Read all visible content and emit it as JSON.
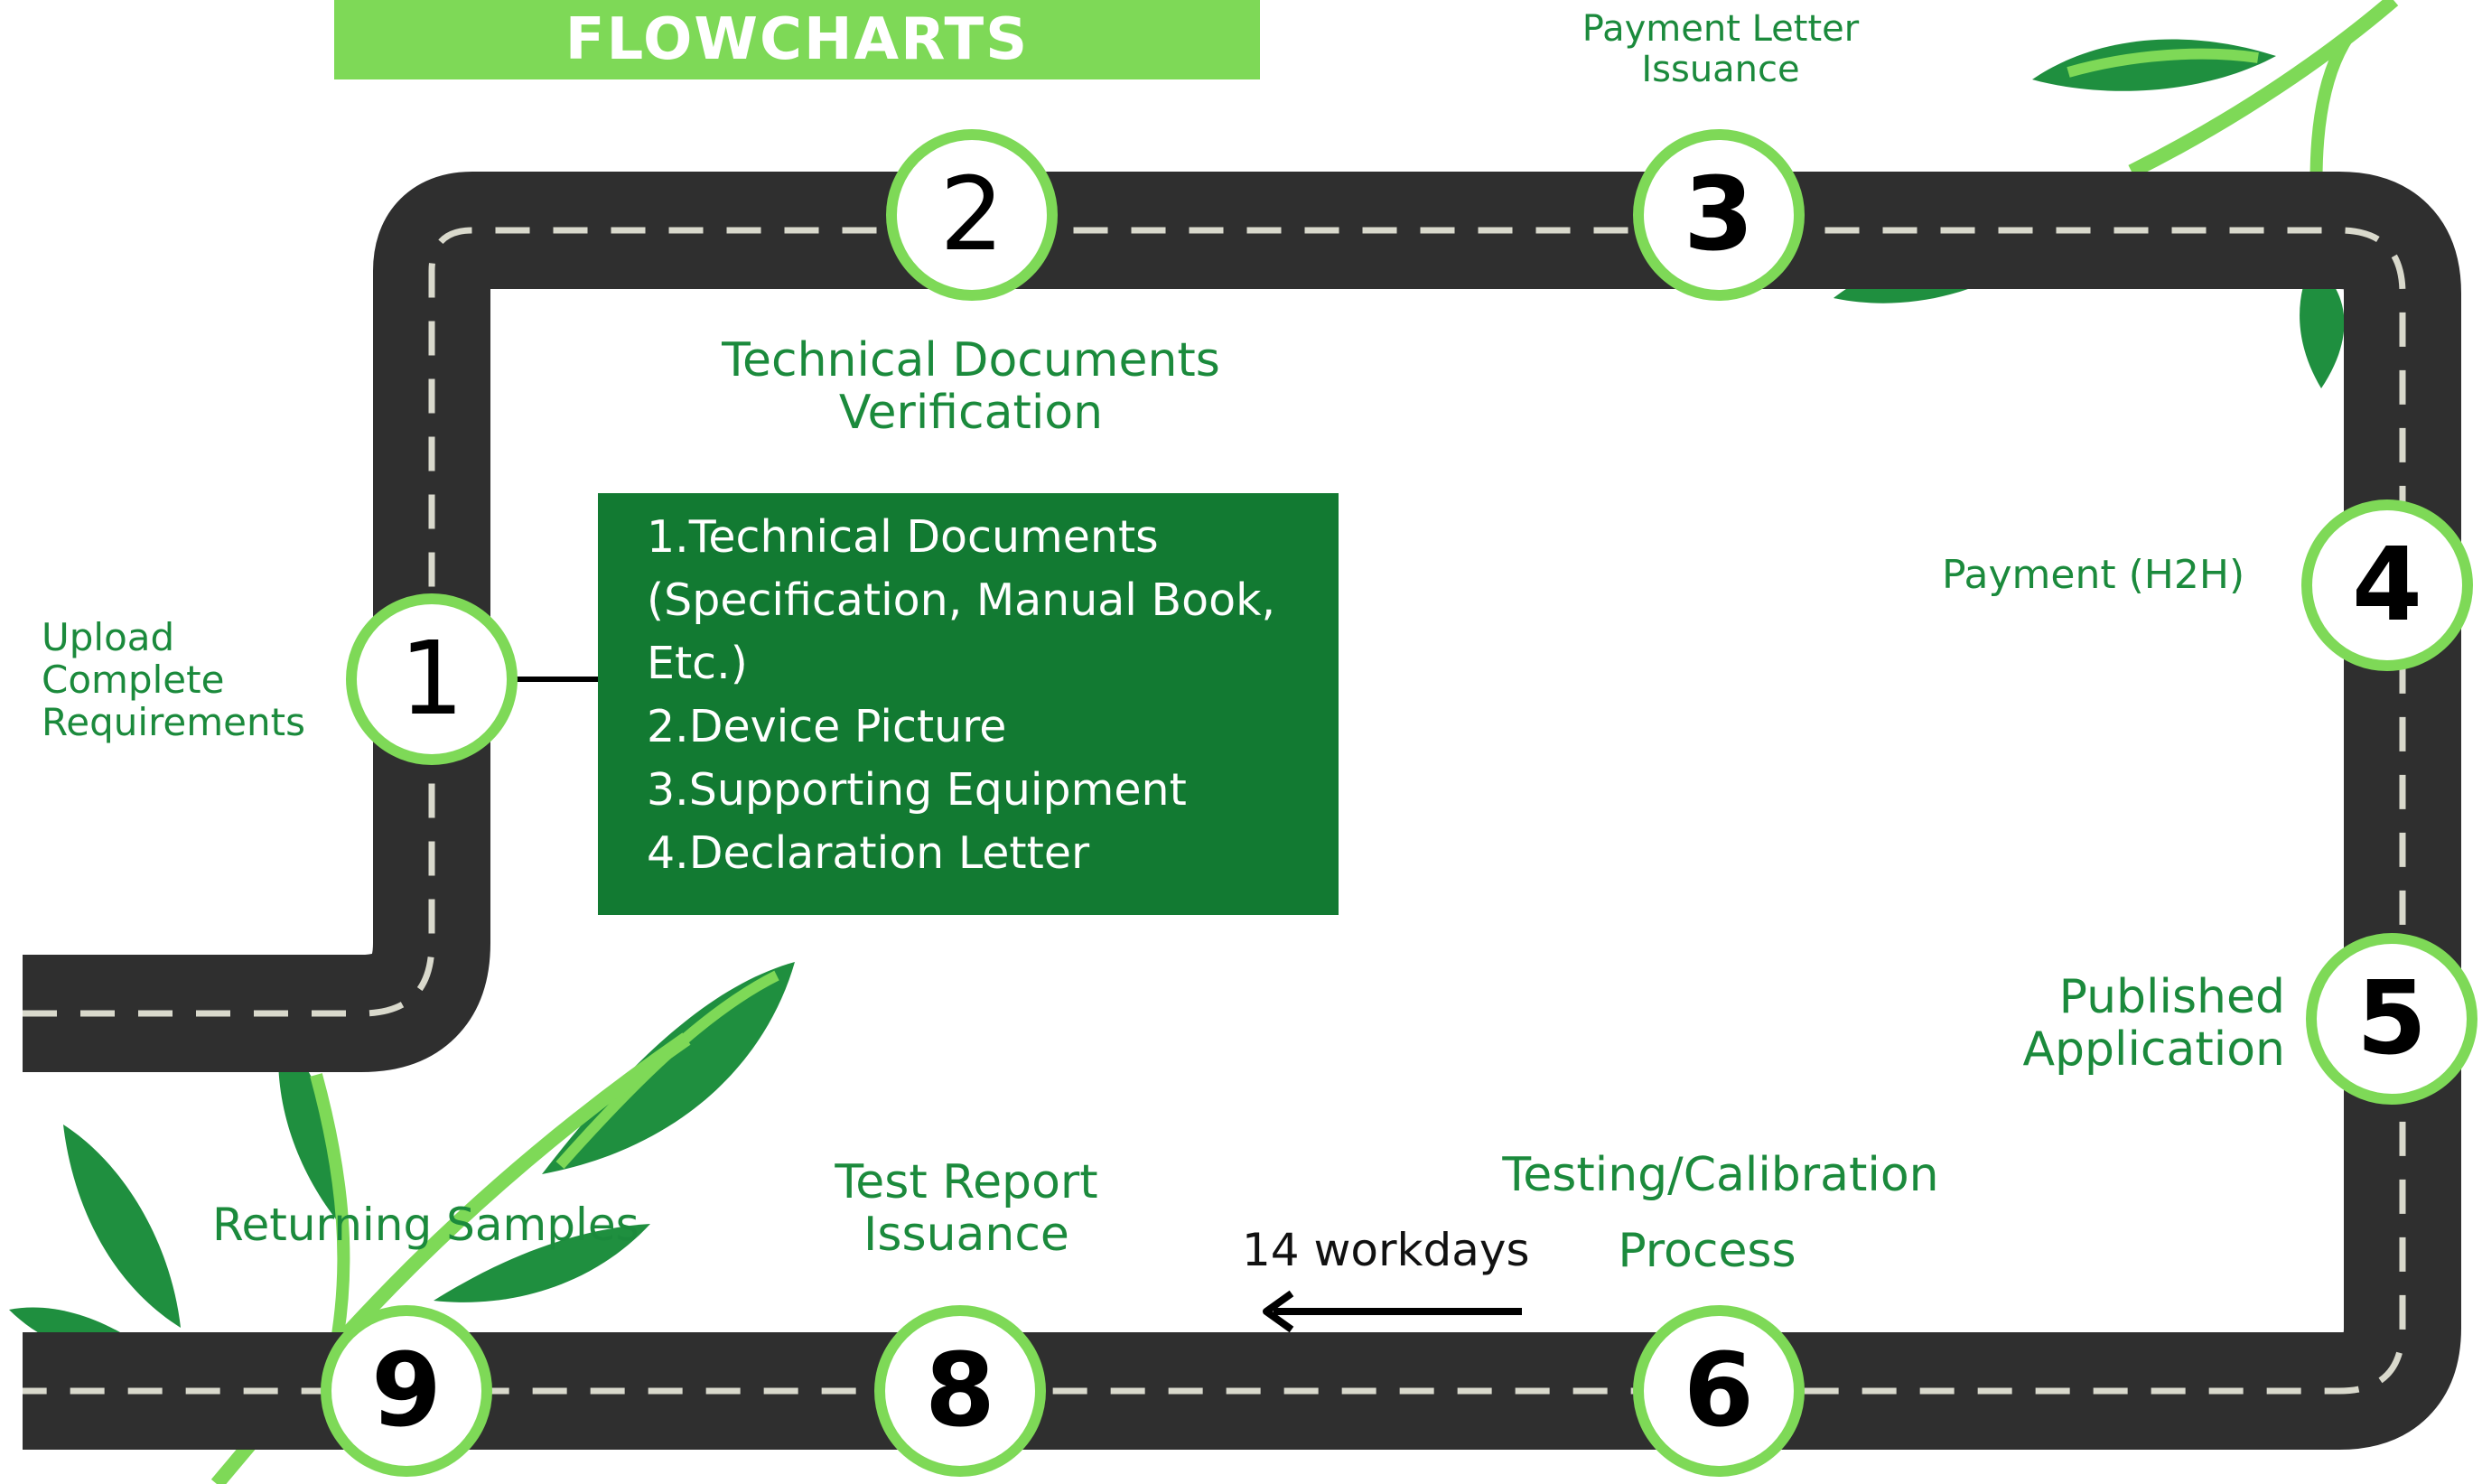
{
  "title": "FLOWCHARTS",
  "steps": [
    {
      "num": "1",
      "label": "Upload\nComplete\nRequirements"
    },
    {
      "num": "2",
      "label": "Technical Documents\nVerification"
    },
    {
      "num": "3",
      "label": "Payment Letter\nIssuance"
    },
    {
      "num": "4",
      "label": "Payment (H2H)"
    },
    {
      "num": "5",
      "label": "Published\nApplication"
    },
    {
      "num": "6",
      "label_top": "Testing/Calibration",
      "label_bottom": "Process"
    },
    {
      "num": "8",
      "label": "Test Report\nIssuance"
    },
    {
      "num": "9",
      "label": "Returning Samples"
    }
  ],
  "requirements": [
    "1.Technical Documents\n      (Specification, Manual Book,\nEtc.)",
    "2.Device Picture",
    "3.Supporting Equipment",
    "4.Declaration Letter"
  ],
  "duration": "14 workdays",
  "colors": {
    "accent_green": "#7ed957",
    "dark_green": "#127a32",
    "label_green": "#1b8a3c",
    "road": "#2f2f2f",
    "lane_marking": "#d9d9cc"
  }
}
